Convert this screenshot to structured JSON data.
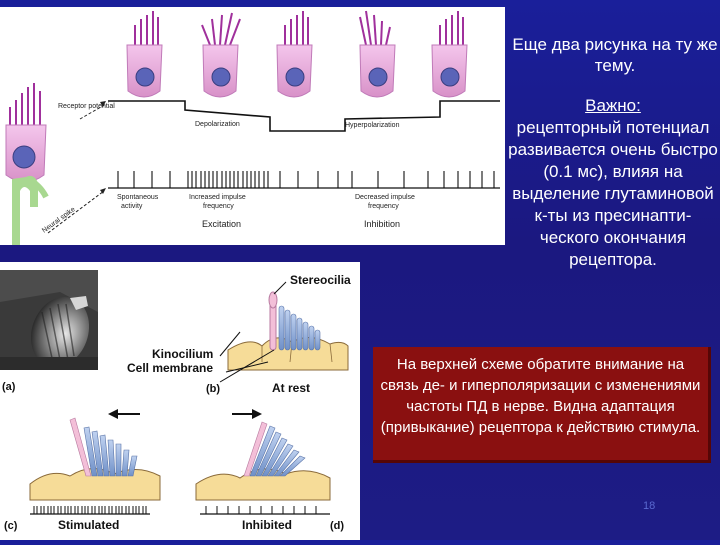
{
  "slide_text": {
    "heading": "Еще два рисунка на ту же тему.",
    "important_label": "Важно:",
    "important_body": "рецепторный потенциал развивается очень быстро (0.1 мс), влияя на выделение глутаминовой к-ты из пресинапти-ческого окончания рецептора.",
    "note": "На верхней схеме обратите внимание на связь де- и гиперполяризации с изменениями частоты ПД в нерве. Видна адаптация (привыкание) рецептора к действию стимула.",
    "slide_number": "18"
  },
  "top_figure": {
    "receptor_potential_label": "Receptor potential",
    "neural_spike_label": "Neural spike",
    "depolarization_label": "Depolarization",
    "hyperpolarization_label": "Hyperpolarization",
    "spontaneous_label_1": "Spontaneous",
    "spontaneous_label_2": "activity",
    "increased_label_1": "Increased impulse",
    "increased_label_2": "frequency",
    "decreased_label_1": "Decreased impulse",
    "decreased_label_2": "frequency",
    "excitation_label": "Excitation",
    "inhibition_label": "Inhibition"
  },
  "bottom_figure": {
    "stereocilia_label": "Stereocilia",
    "kinocilium_label": "Kinocilium",
    "cell_membrane_label": "Cell membrane",
    "panel_a": "(a)",
    "panel_b": "(b)",
    "panel_c": "(c)",
    "panel_d": "(d)",
    "at_rest_label": "At rest",
    "stimulated_label": "Stimulated",
    "inhibited_label": "Inhibited"
  },
  "colors": {
    "background": "#1b1a88",
    "note_box": "#8a1010",
    "hair_cell_body": "#e4a6d8",
    "stereocilia_top": "#a0309c",
    "stereocilia_bottom": "#8aa8dc",
    "nerve_green": "#a8d890",
    "tissue_yellow": "#f6dc98"
  }
}
